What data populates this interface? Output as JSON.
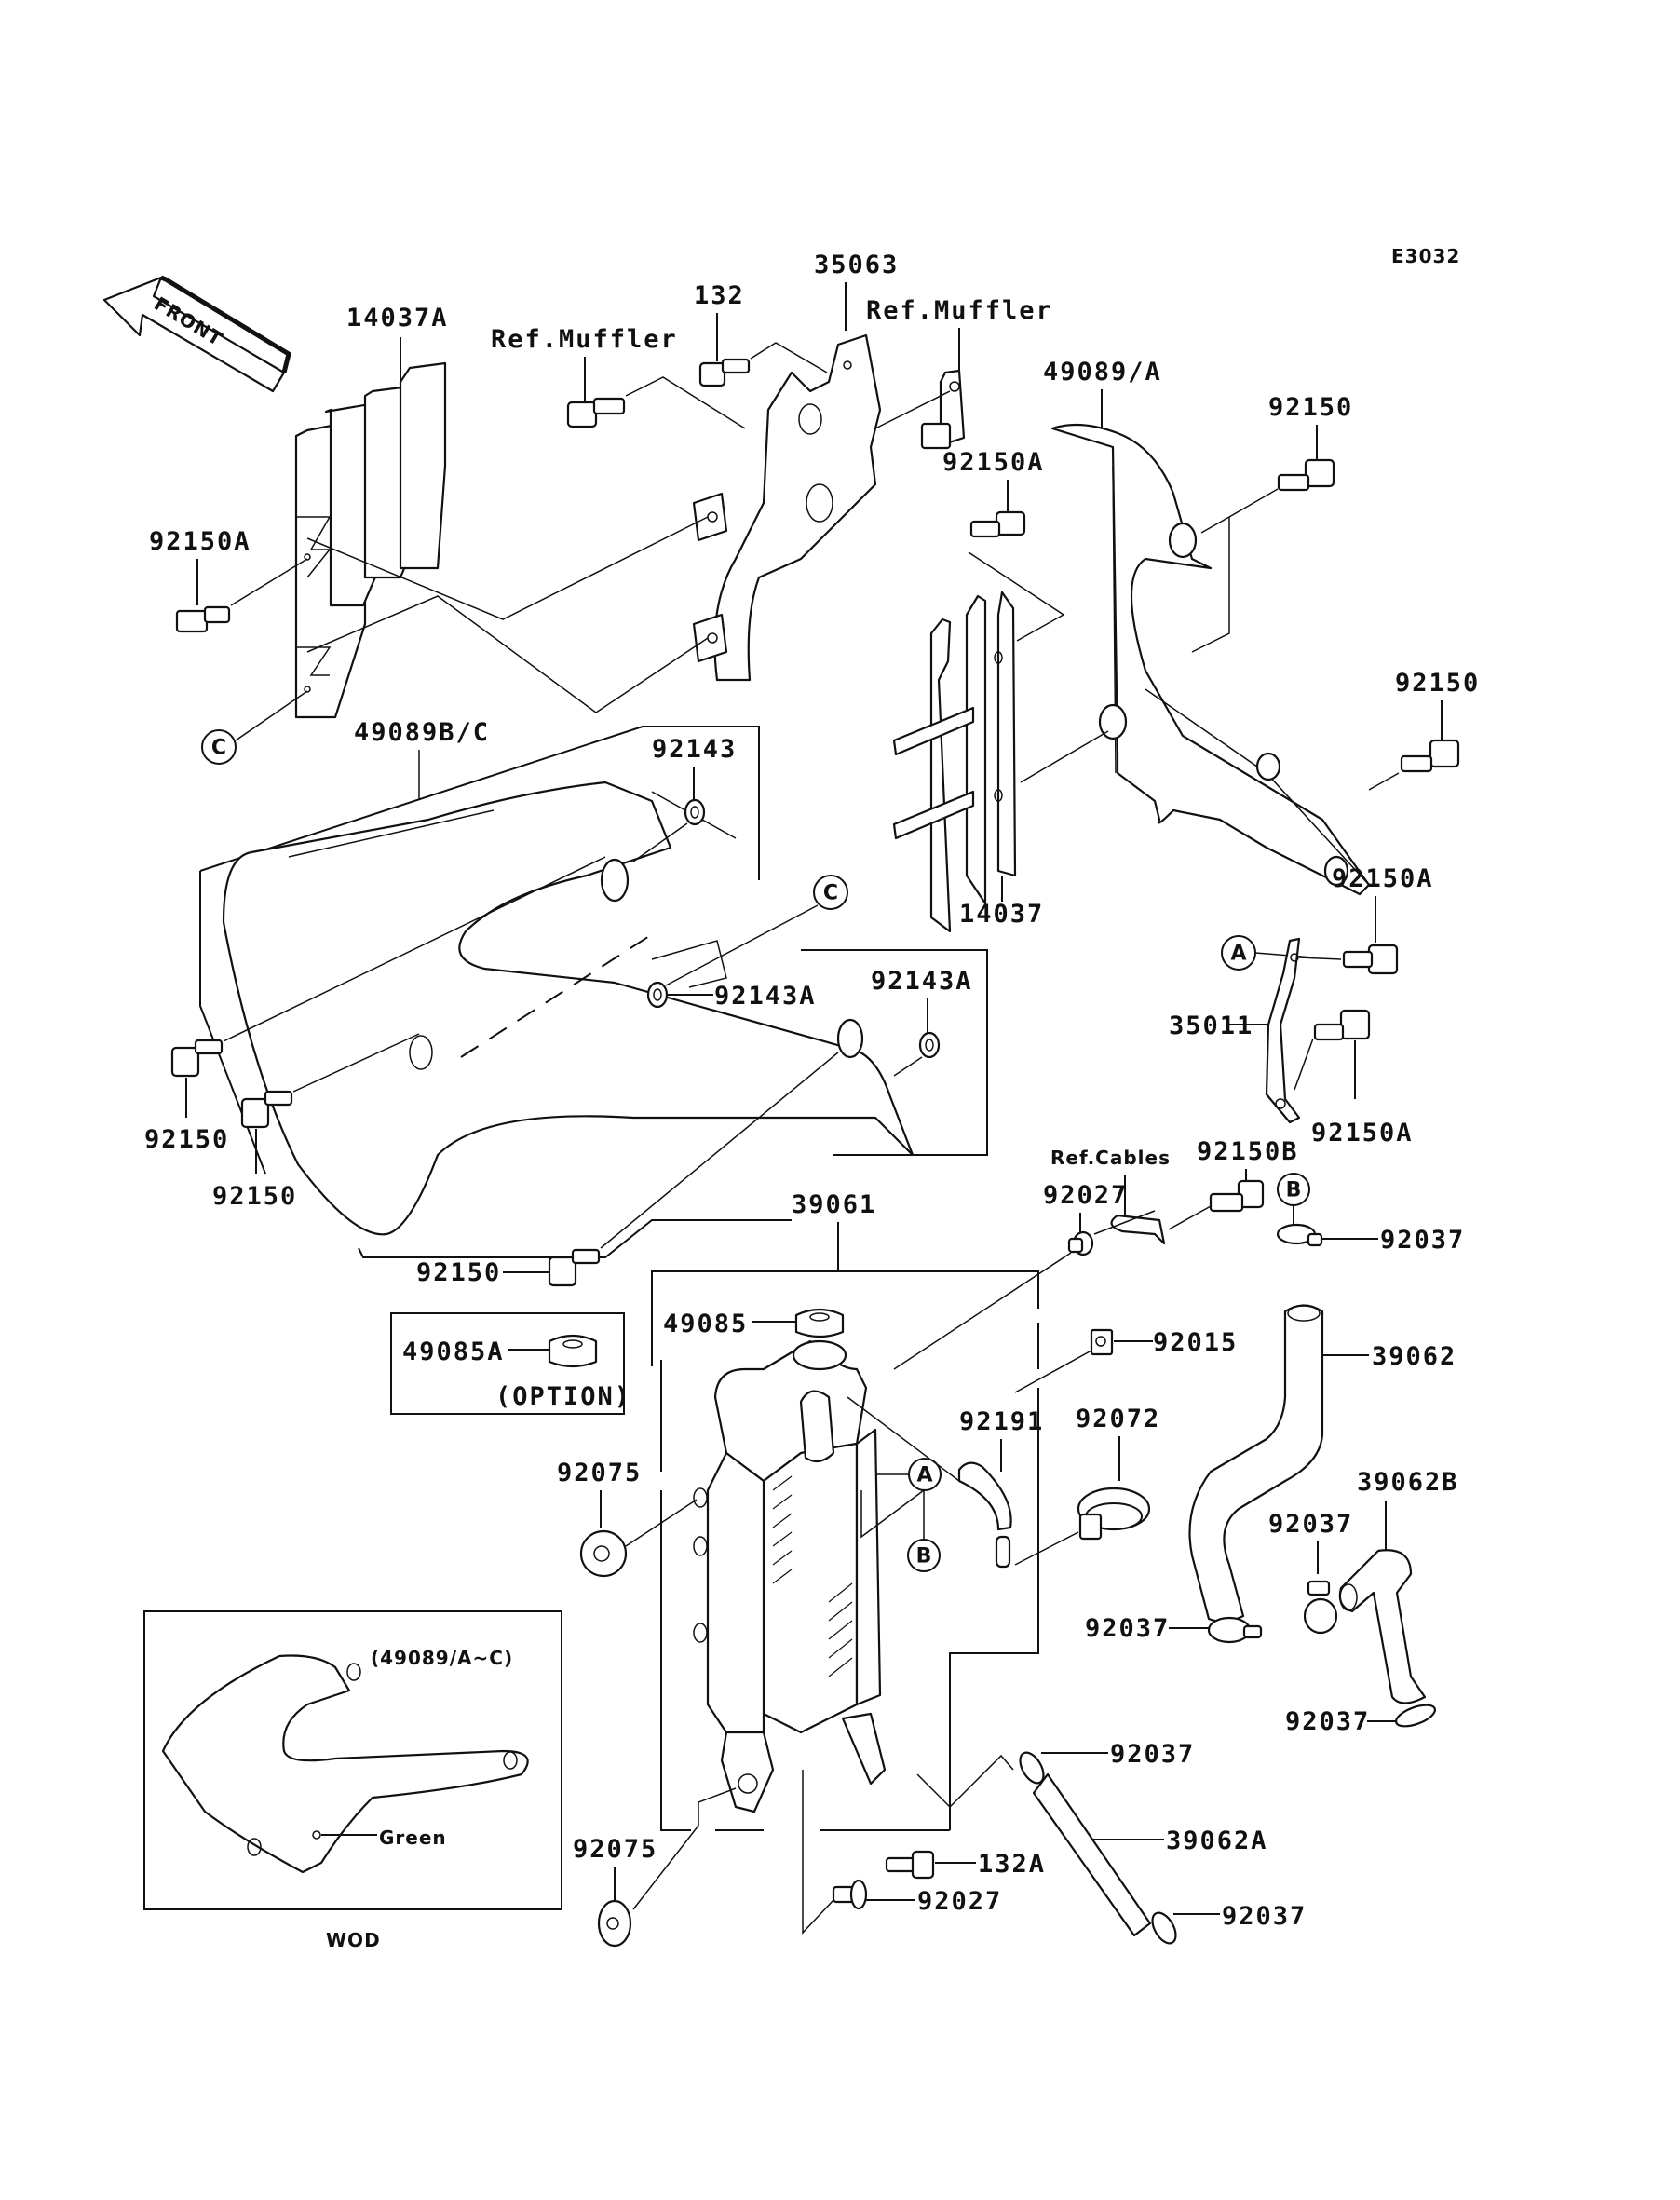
{
  "diagram_code": "E3032",
  "front_arrow": "FRONT",
  "labels": {
    "p14037A": "14037A",
    "ref_muffler_left": "Ref.Muffler",
    "p132": "132",
    "p35063": "35063",
    "ref_muffler_right": "Ref.Muffler",
    "p49089A": "49089/A",
    "p92150_top_right": "92150",
    "p92150A_top": "92150A",
    "p92150A_left": "92150A",
    "p92150_right_mid": "92150",
    "p49089BC": "49089B/C",
    "p92143": "92143",
    "p92143A_mid": "92143A",
    "p92143A_right": "92143A",
    "p14037": "14037",
    "p92150A_bracket_top": "92150A",
    "p35011": "35011",
    "p92150A_bracket_bottom": "92150A",
    "p92150_left_1": "92150",
    "p92150_left_2": "92150",
    "p92150_bottom": "92150",
    "p92150B": "92150B",
    "ref_cables": "Ref.Cables",
    "p92027_top": "92027",
    "p92037_b": "92037",
    "p39061": "39061",
    "p49085": "49085",
    "p49085A": "49085A",
    "option": "(OPTION)",
    "p92015": "92015",
    "p39062": "39062",
    "p92191": "92191",
    "p92072": "92072",
    "p92075_top": "92075",
    "p39062B": "39062B",
    "p92037_mid": "92037",
    "p92037_left": "92037",
    "p92037_right": "92037",
    "p92037_hose_top": "92037",
    "p39062A": "39062A",
    "p132A": "132A",
    "p92027_bottom": "92027",
    "p92037_hose_bottom": "92037",
    "p92075_bottom": "92075",
    "inset_title": "(49089/A~C)",
    "inset_green": "Green",
    "inset_caption": "WOD"
  },
  "callouts": {
    "A": "A",
    "B": "B",
    "C": "C"
  }
}
